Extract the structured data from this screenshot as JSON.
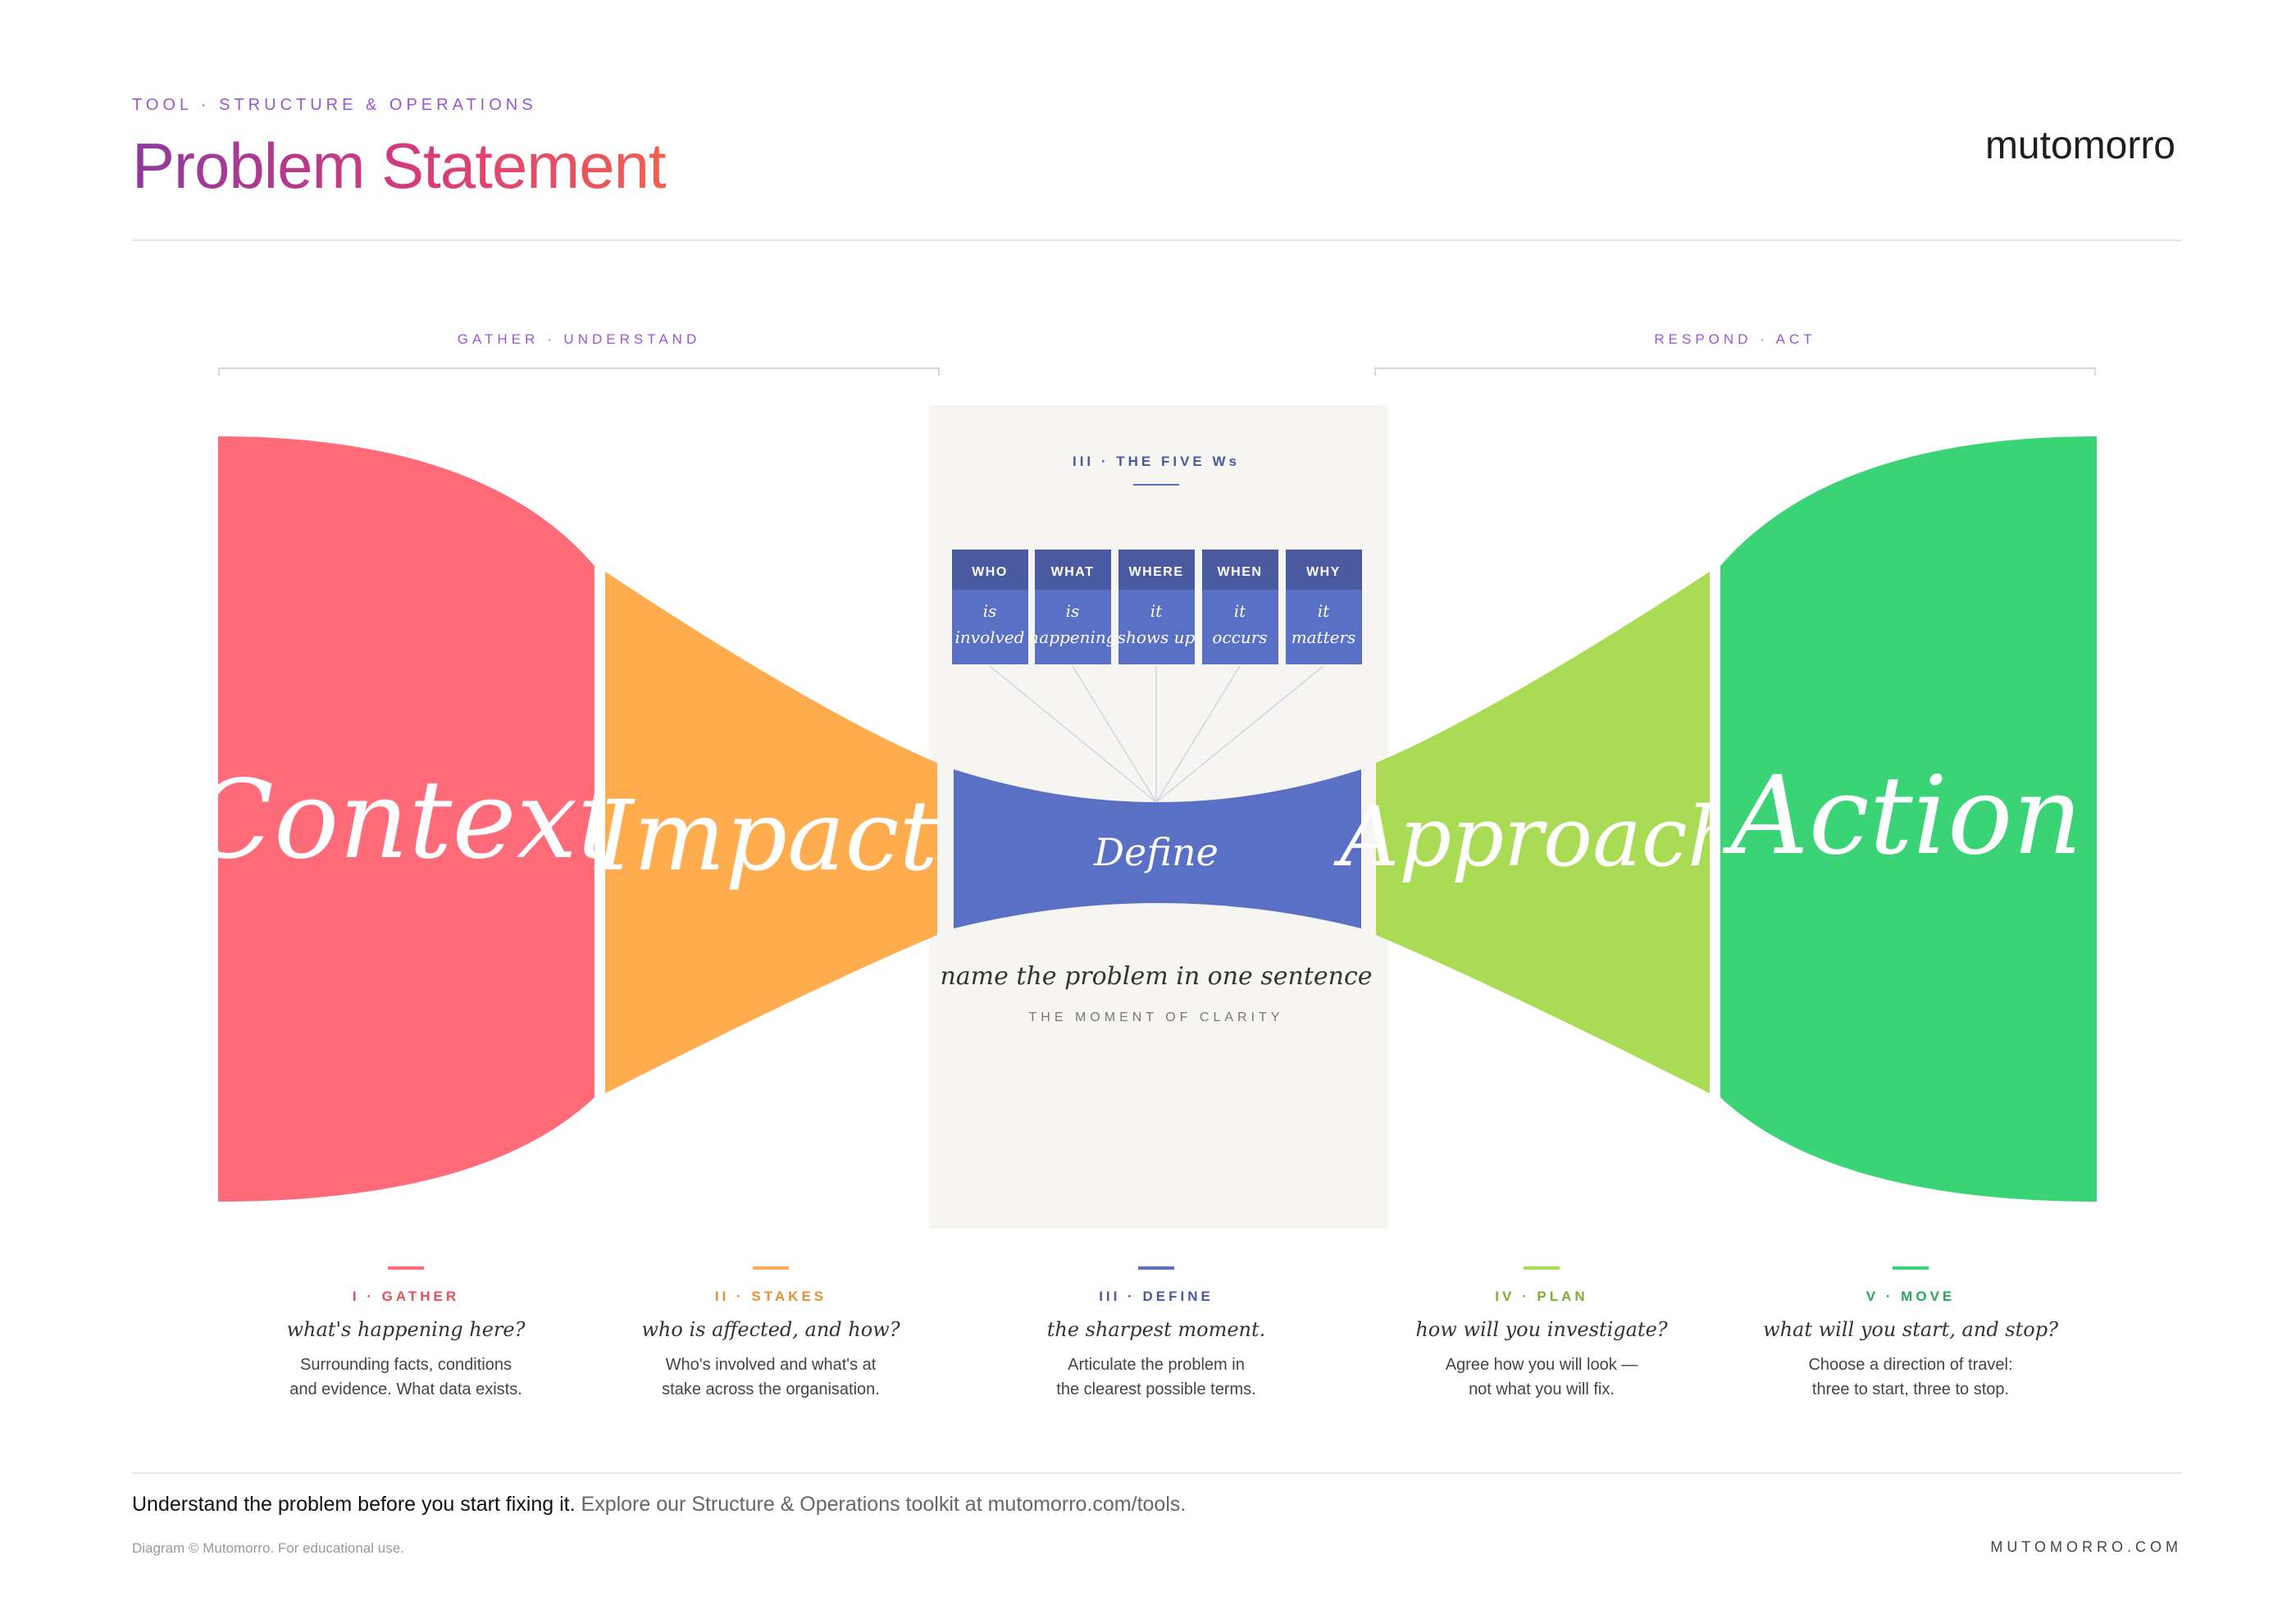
{
  "header": {
    "kicker": "TOOL · STRUCTURE & OPERATIONS",
    "title": "Problem Statement",
    "logo": "mutomorro"
  },
  "groups": {
    "left": "GATHER · UNDERSTAND",
    "right": "RESPOND · ACT"
  },
  "stages": [
    {
      "word": "Context",
      "color": "#ff6b78"
    },
    {
      "word": "Impact",
      "color": "#ffac4f"
    },
    {
      "word": "Define",
      "color": "#5a70c4"
    },
    {
      "word": "Approach",
      "color": "#aadb55"
    },
    {
      "word": "Action",
      "color": "#3ad477"
    }
  ],
  "center": {
    "label": "III · THE FIVE Ws",
    "ws": [
      {
        "head": "WHO",
        "line1": "is",
        "line2": "involved"
      },
      {
        "head": "WHAT",
        "line1": "is",
        "line2": "happening"
      },
      {
        "head": "WHERE",
        "line1": "it",
        "line2": "shows up"
      },
      {
        "head": "WHEN",
        "line1": "it",
        "line2": "occurs"
      },
      {
        "head": "WHY",
        "line1": "it",
        "line2": "matters"
      }
    ],
    "tagline": "name the problem in one sentence",
    "caption": "THE MOMENT OF CLARITY",
    "panel_color": "#f7f5f1",
    "head_color": "#4a5aa0",
    "body_color": "#5a70c4"
  },
  "columns": [
    {
      "label": "I · GATHER",
      "question": "what's happening here?",
      "desc1": "Surrounding facts, conditions",
      "desc2": "and evidence. What data exists.",
      "color": "#ff6b78",
      "label_color": "#e2505e"
    },
    {
      "label": "II · STAKES",
      "question": "who is affected, and how?",
      "desc1": "Who's involved and what's at",
      "desc2": "stake across the organisation.",
      "color": "#ffac4f",
      "label_color": "#e8902f"
    },
    {
      "label": "III · DEFINE",
      "question": "the sharpest moment.",
      "desc1": "Articulate the problem in",
      "desc2": "the clearest possible terms.",
      "color": "#5a70c4",
      "label_color": "#4a5aa0"
    },
    {
      "label": "IV · PLAN",
      "question": "how will you investigate?",
      "desc1": "Agree how you will look —",
      "desc2": "not what you will fix.",
      "color": "#aadb55",
      "label_color": "#7cae2f"
    },
    {
      "label": "V · MOVE",
      "question": "what will you start, and stop?",
      "desc1": "Choose a direction of travel:",
      "desc2": "three to start, three to stop.",
      "color": "#3ad477",
      "label_color": "#27a85a"
    }
  ],
  "footer": {
    "lead": "Understand the problem before you start fixing it.",
    "rest": " Explore our Structure & Operations toolkit at mutomorro.com/tools.",
    "copyright": "Diagram © Mutomorro. For educational use.",
    "site": "MUTOMORRO.COM"
  }
}
